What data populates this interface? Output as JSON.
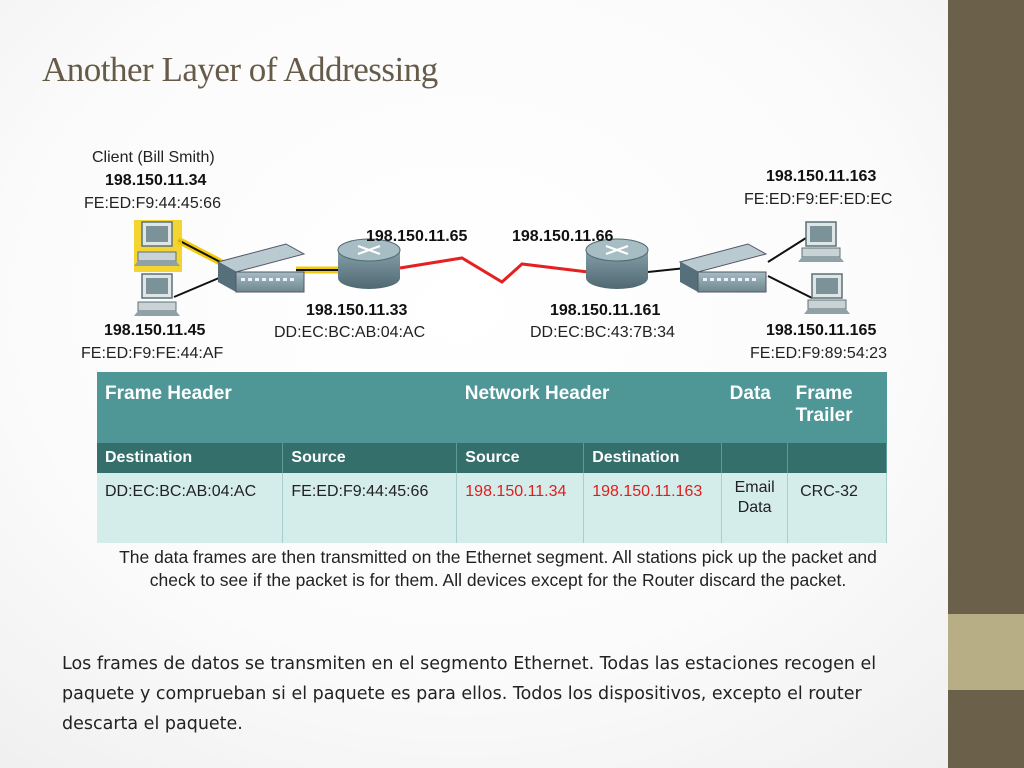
{
  "slide": {
    "title": "Another Layer of Addressing",
    "body": "Los frames de datos se transmiten en el segmento Ethernet. Todas las estaciones recogen el paquete y comprueban si el paquete es para ellos. Todos los dispositivos, excepto el router descarta el paquete."
  },
  "diagram": {
    "client": {
      "name": "Client (Bill Smith)",
      "ip": "198.150.11.34",
      "mac": "FE:ED:F9:44:45:66"
    },
    "host_left_bottom": {
      "ip": "198.150.11.45",
      "mac": "FE:ED:F9:FE:44:AF"
    },
    "router_left": {
      "ip_lan": "198.150.11.33",
      "mac": "DD:EC:BC:AB:04:AC",
      "ip_wan": "198.150.11.65"
    },
    "router_right": {
      "ip_wan": "198.150.11.66",
      "ip_lan": "198.150.11.161",
      "mac": "DD:EC:BC:43:7B:34"
    },
    "host_right_top": {
      "ip": "198.150.11.163",
      "mac": "FE:ED:F9:EF:ED:EC"
    },
    "host_right_bottom": {
      "ip": "198.150.11.165",
      "mac": "FE:ED:F9:89:54:23"
    }
  },
  "frame_table": {
    "groups": {
      "frame_header": "Frame Header",
      "network_header": "Network Header",
      "data": "Data",
      "frame_trailer_1": "Frame",
      "frame_trailer_2": "Trailer"
    },
    "columns": [
      "Destination",
      "Source",
      "Source",
      "Destination",
      "",
      ""
    ],
    "row": {
      "frame_dest": "DD:EC:BC:AB:04:AC",
      "frame_src": "FE:ED:F9:44:45:66",
      "net_src": "198.150.11.34",
      "net_dest": "198.150.11.163",
      "data_1": "Email",
      "data_2": "Data",
      "trailer": "CRC-32"
    }
  },
  "caption": "The data frames are then transmitted on the Ethernet segment. All stations pick up the packet and check to see if the packet is for them. All devices except for the Router discard the packet.",
  "colors": {
    "sidebar": "#6b604a",
    "sidebar_accent": "#b7ae86",
    "title": "#665b48",
    "table_header": "#4f9697",
    "table_subheader": "#356f6c",
    "table_row": "#d4ecea",
    "highlight_text": "#e01d1d",
    "active_link": "#f2cc0c",
    "wan_link": "#e42020"
  }
}
